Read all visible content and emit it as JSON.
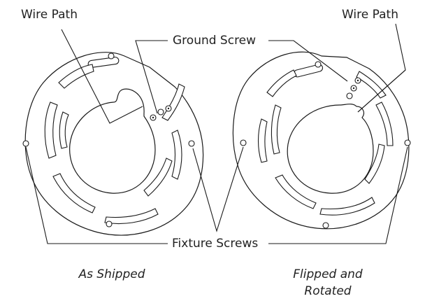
{
  "labels": {
    "wire_path_left": "Wire Path",
    "wire_path_right": "Wire Path",
    "ground_screw": "Ground Screw",
    "fixture_screws": "Fixture Screws"
  },
  "captions": {
    "left": "As Shipped",
    "right_line1": "Flipped and",
    "right_line2": "Rotated"
  },
  "colors": {
    "line": "#1a1a1a",
    "text": "#222222",
    "background": "#ffffff"
  }
}
